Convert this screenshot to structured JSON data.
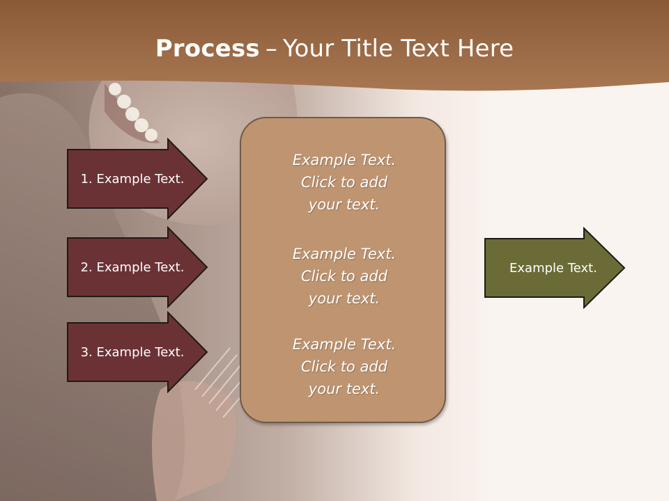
{
  "title": {
    "strong": "Process",
    "dash": "–",
    "rest": "Your Title Text Here"
  },
  "left_arrows": [
    {
      "label": "1. Example Text."
    },
    {
      "label": "2. Example Text."
    },
    {
      "label": "3. Example Text."
    }
  ],
  "center_box": {
    "items": [
      {
        "text": "Example Text.\nClick  to add\nyour text."
      },
      {
        "text": "Example Text.\nClick  to add\nyour text."
      },
      {
        "text": "Example Text.\nClick  to add\nyour text."
      }
    ]
  },
  "right_arrow": {
    "label": "Example Text."
  },
  "colors": {
    "title_band": "#9c6b45",
    "left_arrow_fill": "#6b3236",
    "center_box_fill": "#bf9470",
    "right_arrow_fill": "#6b6b37",
    "outline": "#1d1a14"
  }
}
